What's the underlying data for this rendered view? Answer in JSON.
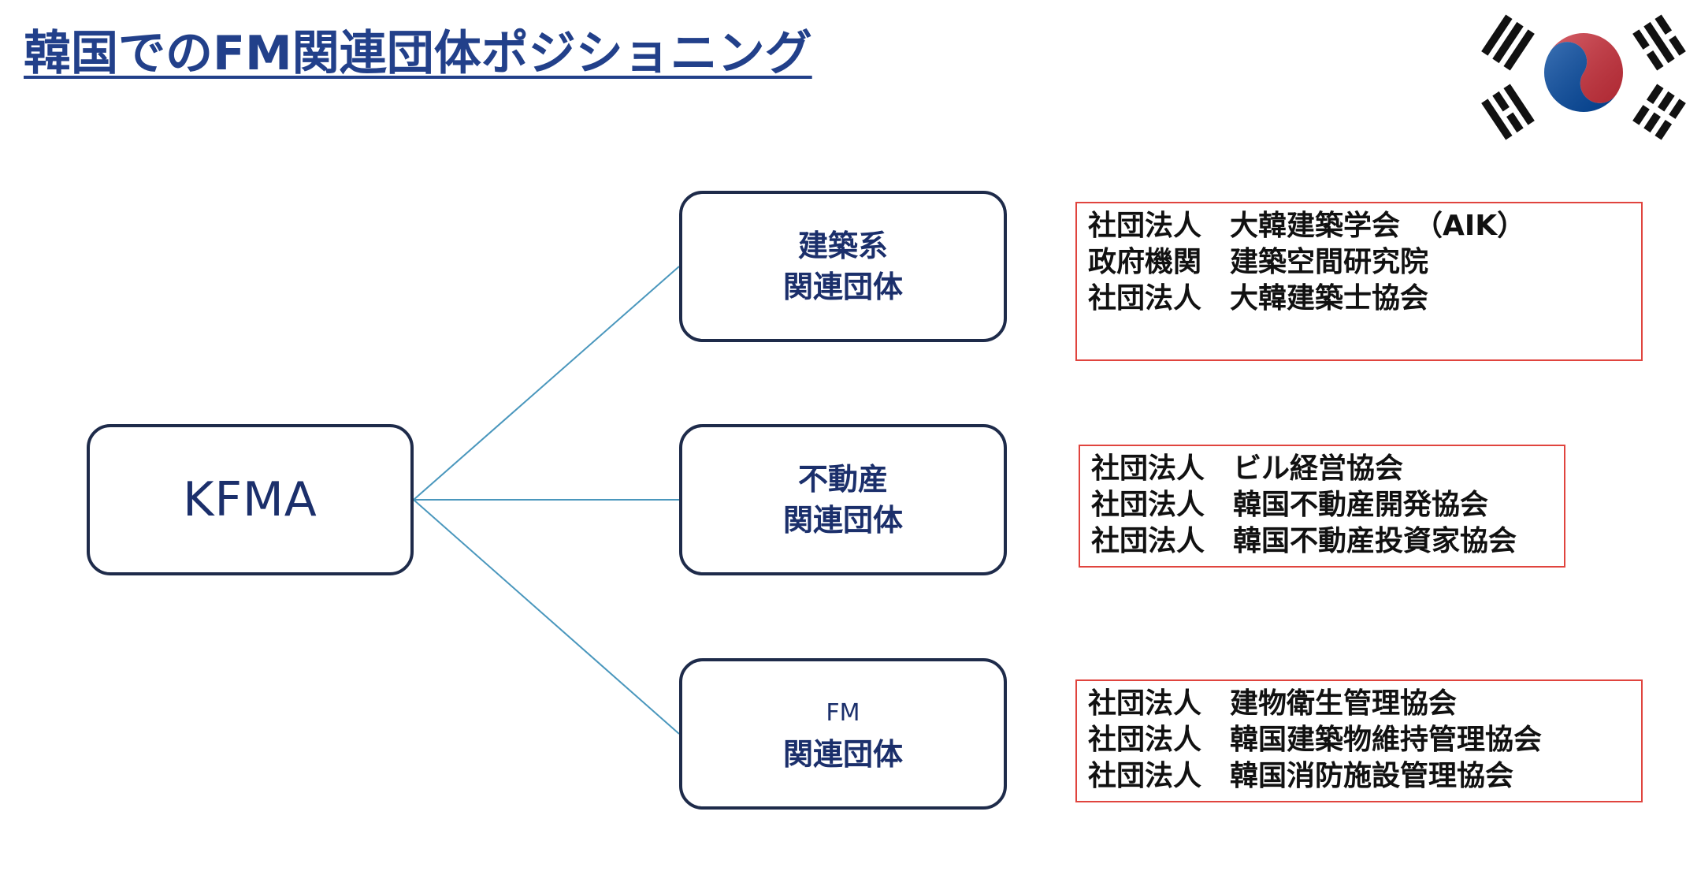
{
  "title": "韓国でのFM関連団体ポジショニング",
  "colors": {
    "title": "#22408a",
    "node_border": "#1e2b4a",
    "node_text": "#1b2f6b",
    "connector": "#4a97bd",
    "org_border": "#e0443e",
    "flag_red": "#cd2e3a",
    "flag_blue": "#0047a0"
  },
  "flag_icon": "korean-flag-icon",
  "root": {
    "label": "KFMA"
  },
  "categories": [
    {
      "id": "arch",
      "line1": "建築系",
      "line2": "関連団体",
      "orgs": [
        "社団法人　大韓建築学会　（AIK）",
        "政府機関　建築空間研究院",
        "社団法人　大韓建築士協会"
      ]
    },
    {
      "id": "re",
      "line1": "不動産",
      "line2": "関連団体",
      "orgs": [
        "社団法人　ビル経営協会",
        "社団法人　韓国不動産開発協会",
        "社団法人　韓国不動産投資家協会"
      ]
    },
    {
      "id": "fm",
      "line1": "FM",
      "line2": "関連団体",
      "orgs": [
        "社団法人　建物衛生管理協会",
        "社団法人　韓国建築物維持管理協会",
        "社団法人　韓国消防施設管理協会"
      ]
    }
  ]
}
